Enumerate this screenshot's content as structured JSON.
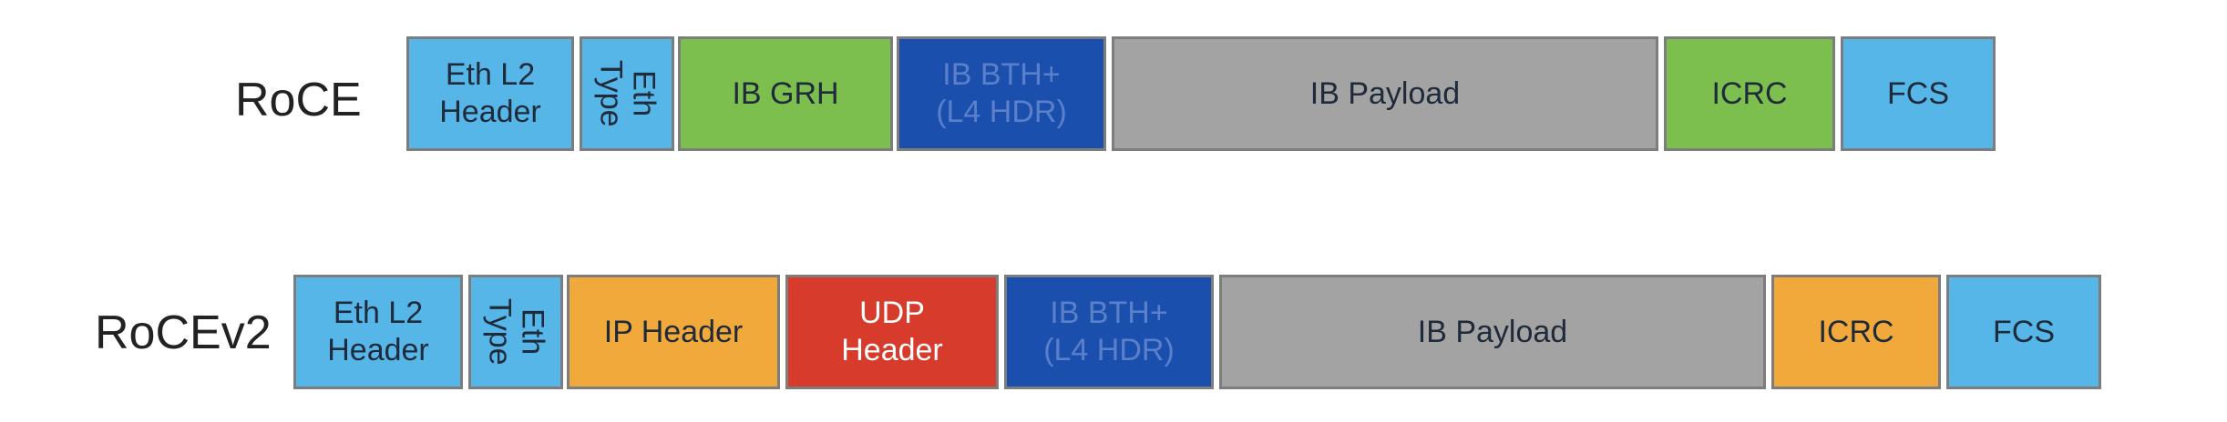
{
  "colors": {
    "eth": "#56b6e8",
    "ib_grh": "#7cbf4e",
    "ib_bth": "#1b4fae",
    "payload": "#a3a3a3",
    "icrc_roce": "#7cbf4e",
    "ip": "#f2a93b",
    "udp": "#d63b2b",
    "icrc_rocev2": "#f2a93b"
  },
  "rows": [
    {
      "label": "RoCE",
      "boxes": [
        {
          "text": "Eth L2\nHeader",
          "color": "eth"
        },
        {
          "text": "Eth\nType",
          "color": "eth",
          "vertical": true
        },
        {
          "text": "IB GRH",
          "color": "ib_grh"
        },
        {
          "text": "IB BTH+\n(L4 HDR)",
          "color": "ib_bth"
        },
        {
          "text": "IB Payload",
          "color": "payload"
        },
        {
          "text": "ICRC",
          "color": "icrc_roce"
        },
        {
          "text": "FCS",
          "color": "eth"
        }
      ]
    },
    {
      "label": "RoCEv2",
      "boxes": [
        {
          "text": "Eth L2\nHeader",
          "color": "eth"
        },
        {
          "text": "Eth\nType",
          "color": "eth",
          "vertical": true
        },
        {
          "text": "IP Header",
          "color": "ip"
        },
        {
          "text": "UDP\nHeader",
          "color": "udp"
        },
        {
          "text": "IB BTH+\n(L4 HDR)",
          "color": "ib_bth"
        },
        {
          "text": "IB Payload",
          "color": "payload"
        },
        {
          "text": "ICRC",
          "color": "icrc_rocev2"
        },
        {
          "text": "FCS",
          "color": "eth"
        }
      ]
    }
  ]
}
